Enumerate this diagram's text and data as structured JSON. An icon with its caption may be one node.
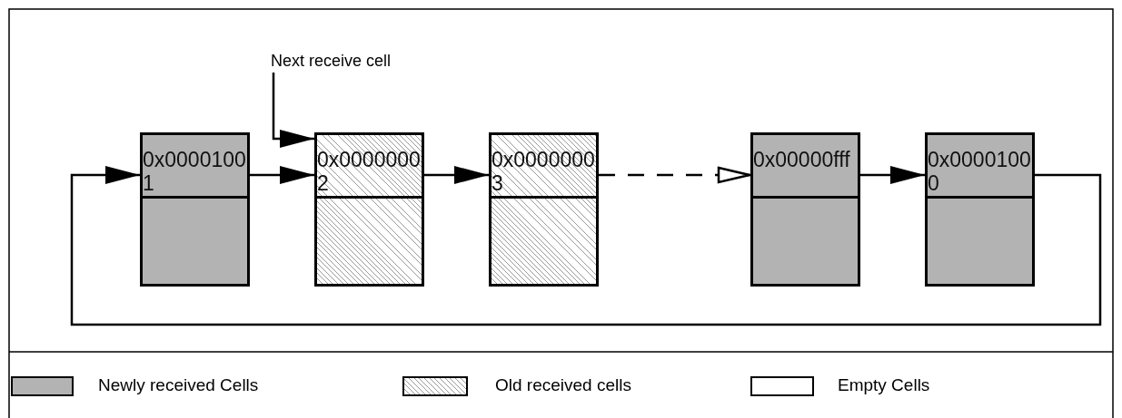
{
  "diagram": {
    "nodes": [
      {
        "text": [
          "0x00001001"
        ]
      },
      {
        "text": [
          "0x00000002"
        ]
      },
      {
        "text": [
          "0x00000003"
        ]
      },
      {
        "text": [
          "0x00000fff"
        ]
      },
      {
        "text": [
          "0x00001000"
        ]
      },
      {
        "text": [
          "Next receive cell"
        ]
      }
    ],
    "edges": [
      {
        "from": 0,
        "to": 1,
        "arrow": "to"
      },
      {
        "from": 1,
        "to": 2,
        "arrow": "to"
      },
      {
        "from": 2,
        "to": 3,
        "arrow": "to",
        "style": "dashed"
      },
      {
        "from": 3,
        "to": 4,
        "arrow": "to"
      },
      {
        "from": 4,
        "to": 0,
        "arrow": "to"
      },
      {
        "from": 5,
        "to": 1,
        "arrow": "to"
      }
    ],
    "legend": [
      {
        "text": "Newly received Cells",
        "color": "#b3b3b3"
      },
      {
        "text": "Old received cells"
      },
      {
        "text": "Empty Cells",
        "color": "#ffffff"
      }
    ]
  }
}
